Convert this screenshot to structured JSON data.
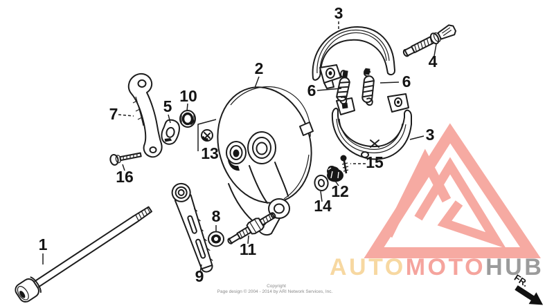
{
  "figure": {
    "callouts": [
      {
        "part": "1",
        "label": "1"
      },
      {
        "part": "2",
        "label": "2"
      },
      {
        "part": "3a",
        "label": "3"
      },
      {
        "part": "3b",
        "label": "3"
      },
      {
        "part": "4",
        "label": "4"
      },
      {
        "part": "5",
        "label": "5"
      },
      {
        "part": "6a",
        "label": "6"
      },
      {
        "part": "6b",
        "label": "6"
      },
      {
        "part": "7",
        "label": "7"
      },
      {
        "part": "8",
        "label": "8"
      },
      {
        "part": "9",
        "label": "9"
      },
      {
        "part": "10",
        "label": "10"
      },
      {
        "part": "11",
        "label": "11"
      },
      {
        "part": "12",
        "label": "12"
      },
      {
        "part": "13",
        "label": "13"
      },
      {
        "part": "14",
        "label": "14"
      },
      {
        "part": "15",
        "label": "15"
      },
      {
        "part": "16",
        "label": "16"
      }
    ]
  },
  "watermark": {
    "auto": "AUTO",
    "moto": "MOTO",
    "hub": "HUB",
    "auto_color": "#f7d8a1",
    "moto_color": "#f5a49d",
    "hub_color": "#9b9b9b",
    "triangle_color": "#f6aaa2"
  },
  "footer": {
    "line1": "Copyright",
    "line2": "Page design © 2004 - 2014 by ARI Network Services, Inc."
  },
  "orientation": {
    "label": "FR."
  }
}
